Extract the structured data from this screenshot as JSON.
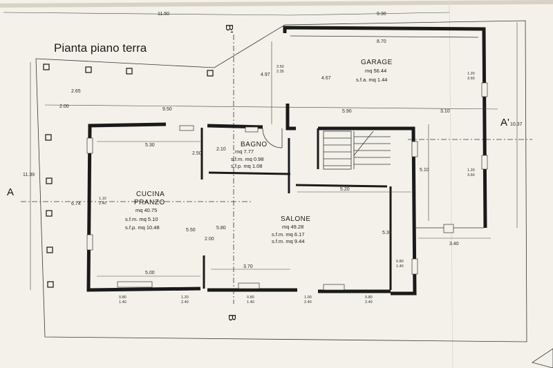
{
  "title": "Pianta piano terra",
  "sections": {
    "a_left": "A",
    "a_right": "A'",
    "b_top": "B'",
    "b_bottom": "B"
  },
  "rooms": {
    "garage": {
      "name": "GARAGE",
      "line1": "mq 56.44",
      "line2": "s.f.a. mq 1.44"
    },
    "bagno": {
      "name": "BAGNO",
      "line1": "mq 7.77",
      "line2": "s.f.m. mq 0.98",
      "line3": "s.f.p. mq 1.08"
    },
    "cucina": {
      "name": "CUCINA",
      "name2": "PRANZO",
      "line1": "mq 40.75",
      "line2": "s.f.m. mq 5.10",
      "line3": "s.f.p. mq 10.48"
    },
    "salone": {
      "name": "SALONE",
      "line1": "mq 49.28",
      "line2": "s.f.m. mq 6.17",
      "line3": "s.f.m. mq 9.44"
    }
  },
  "dimensions": {
    "top_total_left": "11.50",
    "top_total_right": "9.30",
    "garage_width": "8.70",
    "left_265": "2.65",
    "row_200": "2.00",
    "row_950": "9.50",
    "row_590": "5.90",
    "row_310": "3.10",
    "h_497": "4.97",
    "h_350": "3.50",
    "h_235": "2.35",
    "h_467": "4.67",
    "g_120a": "1.20",
    "g_360a": "3.60",
    "g_120b": "1.20",
    "g_360b": "3.60",
    "right_1037": "10.37",
    "left_1139": "11.39",
    "cucina_w": "5.30",
    "bagno_w": "2.10",
    "stair_w": "2.50",
    "salone_w": "5.20",
    "right_510": "5.10",
    "cucina_h": "5.50",
    "salone_h": "5.80",
    "salone_h2": "5.35",
    "left_674": "6.74",
    "cucina_bottom": "5.00",
    "salone_bottom": "3.70",
    "mid_200": "2.00",
    "right_340": "3.40",
    "w_110": "1.10",
    "w_240": "2.40",
    "w_080": "0.80",
    "w_140": "1.40",
    "w_100": "1.00",
    "w_120": "1.20"
  }
}
